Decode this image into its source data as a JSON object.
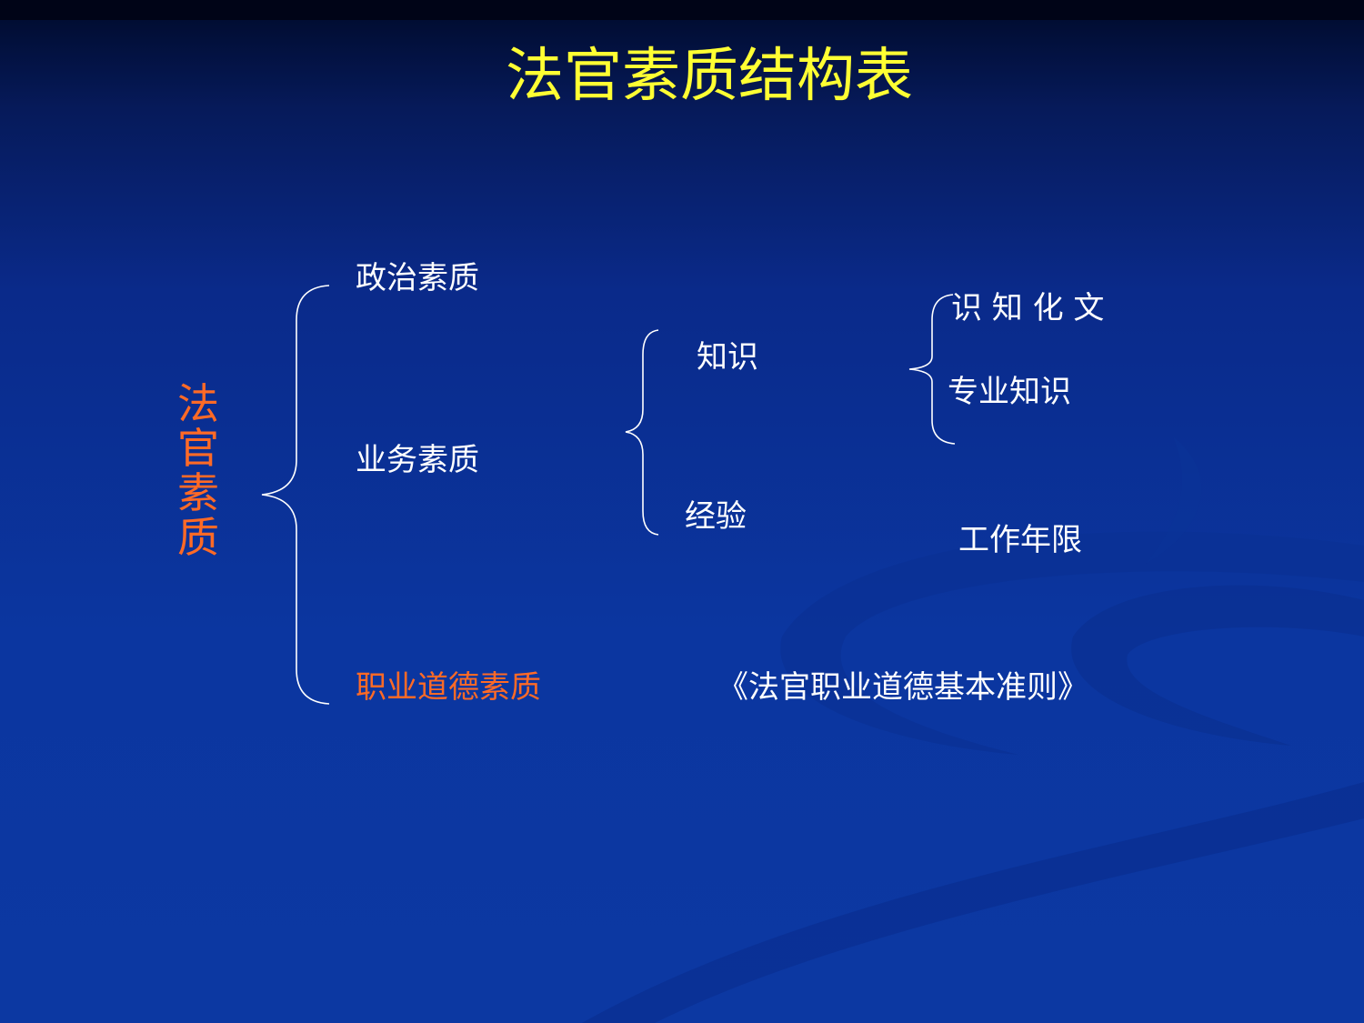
{
  "title": "法官素质结构表",
  "root": "法官素质",
  "level1": {
    "political": "政治素质",
    "professional": "业务素质",
    "ethics": "职业道德素质"
  },
  "level2": {
    "knowledge": "知识",
    "experience": "经验",
    "ethics_code": "《法官职业道德基本准则》"
  },
  "level3": {
    "cultural_knowledge": "识 知 化 文",
    "professional_knowledge": "专业知识",
    "work_years": "工作年限"
  },
  "colors": {
    "title": "#ffff33",
    "highlight": "#ff6a26",
    "text": "#ffffff",
    "background": "#0b36a0"
  }
}
